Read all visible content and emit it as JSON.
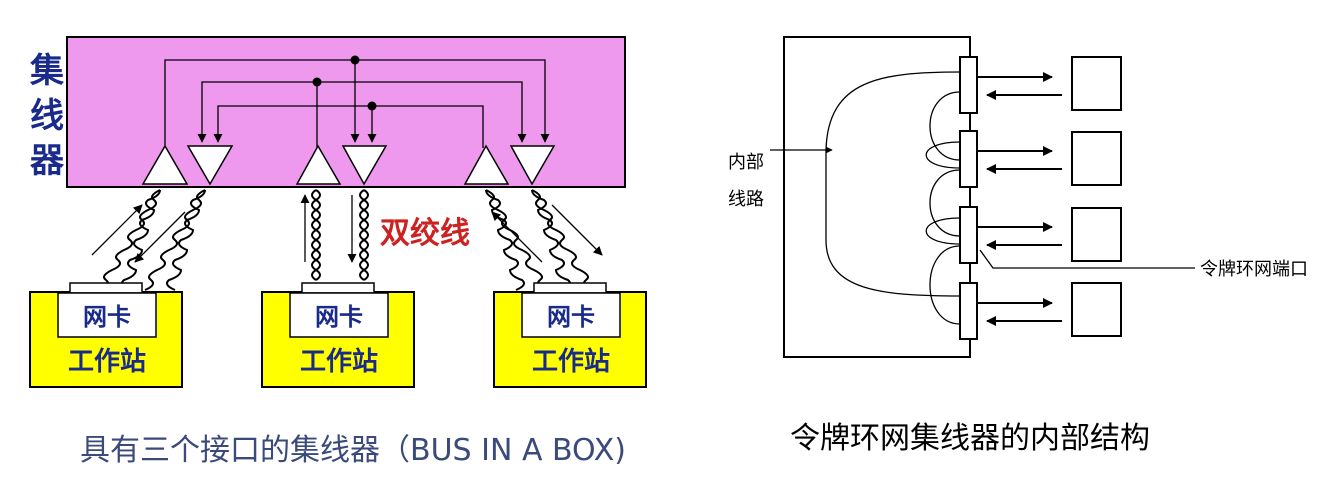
{
  "left_diagram": {
    "hub_label": [
      "集",
      "线",
      "器"
    ],
    "twisted_pair_label": "双绞线",
    "workstations": [
      {
        "nic_label": "网卡",
        "station_label": "工作站"
      },
      {
        "nic_label": "网卡",
        "station_label": "工作站"
      },
      {
        "nic_label": "网卡",
        "station_label": "工作站"
      }
    ],
    "caption": "具有三个接口的集线器（BUS IN A BOX)"
  },
  "right_diagram": {
    "internal_line_label": [
      "内部",
      "线路"
    ],
    "port_label": "令牌环网端口",
    "caption": "令牌环网集线器的内部结构"
  },
  "colors": {
    "hub_fill": "#ee99ee",
    "station_fill": "#ffff00",
    "nic_fill": "#ffffff",
    "label_blue": "#1a2a8a",
    "label_red": "#cc2222",
    "caption_blue": "#3a4a7a"
  }
}
